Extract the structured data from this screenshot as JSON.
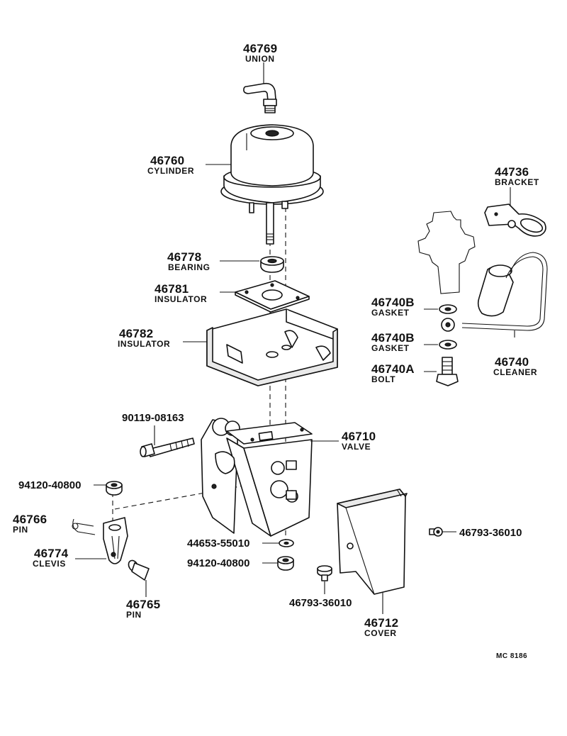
{
  "parts": [
    {
      "id": "union",
      "number": "46769",
      "name": "UNION"
    },
    {
      "id": "cylinder",
      "number": "46760",
      "name": "CYLINDER"
    },
    {
      "id": "bearing",
      "number": "46778",
      "name": "BEARING"
    },
    {
      "id": "insulator-1",
      "number": "46781",
      "name": "INSULATOR"
    },
    {
      "id": "insulator-2",
      "number": "46782",
      "name": "INSULATOR"
    },
    {
      "id": "bracket",
      "number": "44736",
      "name": "BRACKET"
    },
    {
      "id": "gasket-1",
      "number": "46740B",
      "name": "GASKET"
    },
    {
      "id": "gasket-2",
      "number": "46740B",
      "name": "GASKET"
    },
    {
      "id": "bolt",
      "number": "46740A",
      "name": "BOLT"
    },
    {
      "id": "cleaner",
      "number": "46740",
      "name": "CLEANER"
    },
    {
      "id": "valve",
      "number": "46710",
      "name": "VALVE"
    },
    {
      "id": "pin-1",
      "number": "46766",
      "name": "PIN"
    },
    {
      "id": "clevis",
      "number": "46774",
      "name": "CLEVIS"
    },
    {
      "id": "pin-2",
      "number": "46765",
      "name": "PIN"
    },
    {
      "id": "cover",
      "number": "46712",
      "name": "COVER"
    }
  ],
  "codes": [
    {
      "id": "bolt-90119",
      "number": "90119-08163"
    },
    {
      "id": "nut-94120-a",
      "number": "94120-40800"
    },
    {
      "id": "washer-44653",
      "number": "44653-55010"
    },
    {
      "id": "nut-94120-b",
      "number": "94120-40800"
    },
    {
      "id": "screw-46793-a",
      "number": "46793-36010"
    },
    {
      "id": "screw-46793-b",
      "number": "46793-36010"
    }
  ],
  "figure_code": "MC 8186"
}
